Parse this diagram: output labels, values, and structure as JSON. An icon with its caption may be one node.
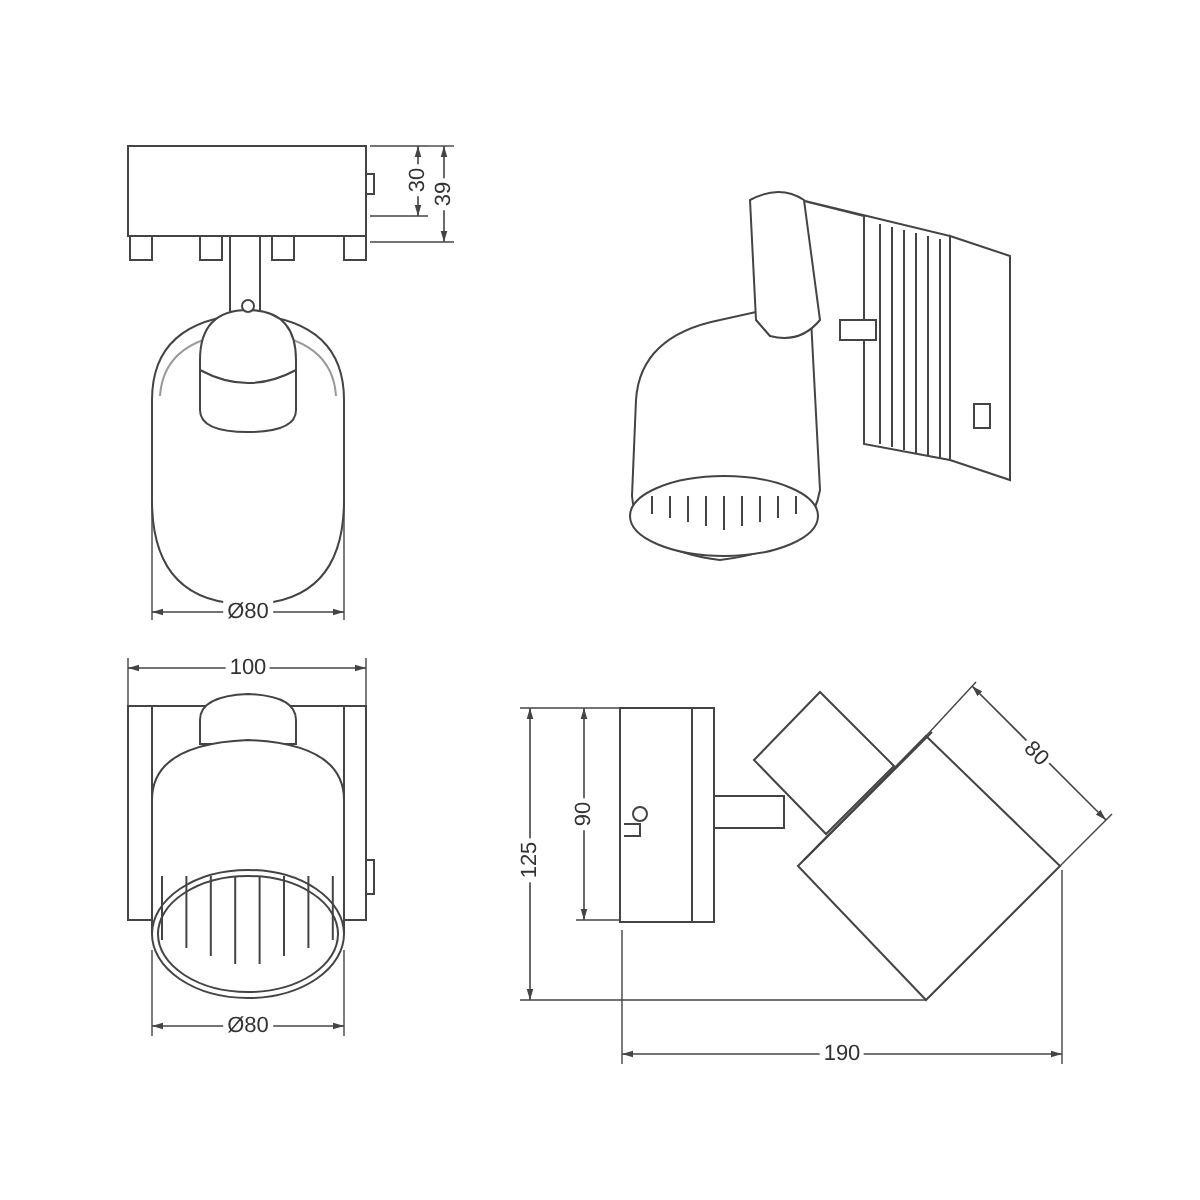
{
  "diagram": {
    "labels": [
      "30",
      "39",
      "Ø80",
      "100",
      "Ø80",
      "125",
      "90",
      "80",
      "190"
    ]
  }
}
